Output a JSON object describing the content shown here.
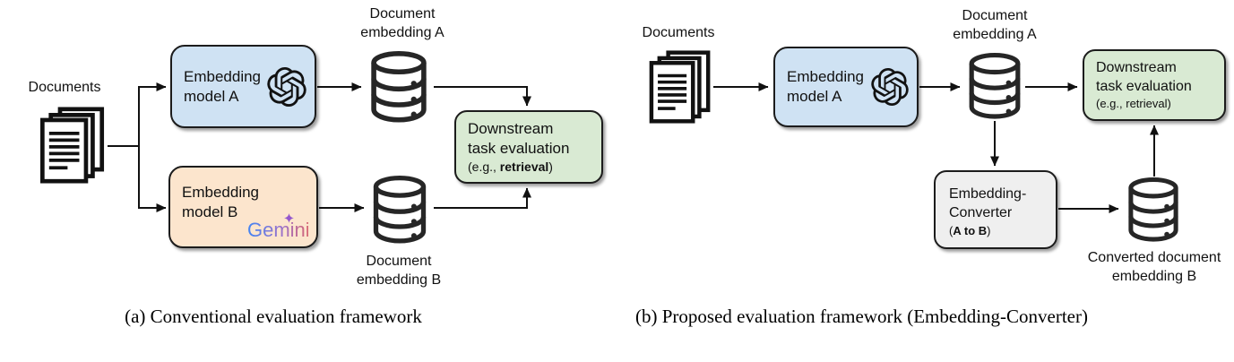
{
  "colors": {
    "model_a_fill": "#cfe2f3",
    "model_b_fill": "#fce5cd",
    "downstream_fill": "#d9ead3",
    "converter_fill": "#efefef",
    "stroke": "#1c1c1c",
    "gemini_gradient": [
      "#4285F4",
      "#9B72CB",
      "#D96570"
    ]
  },
  "icons": {
    "documents": "document-stack-icon",
    "embedding_store": "database-icon",
    "model_a_logo": "openai-logo",
    "model_b_logo": "gemini-logo"
  },
  "diagram_a": {
    "caption": "(a) Conventional evaluation framework",
    "documents_label": "Documents",
    "model_a_box": {
      "line1": "Embedding",
      "line2": "model A"
    },
    "model_b_box": {
      "line1": "Embedding",
      "line2": "model B",
      "logo_text": "Gemini"
    },
    "embedding_a_label": {
      "line1": "Document",
      "line2": "embedding A"
    },
    "embedding_b_label": {
      "line1": "Document",
      "line2": "embedding B"
    },
    "downstream_box": {
      "line1": "Downstream",
      "line2": "task evaluation",
      "eg_prefix": "(e.g., ",
      "eg_bold": "retrieval",
      "eg_suffix": ")"
    }
  },
  "diagram_b": {
    "caption": "(b) Proposed evaluation framework (Embedding-Converter)",
    "documents_label": "Documents",
    "model_a_box": {
      "line1": "Embedding",
      "line2": "model A"
    },
    "embedding_a_label": {
      "line1": "Document",
      "line2": "embedding A"
    },
    "downstream_box": {
      "line1": "Downstream",
      "line2": "task evaluation",
      "eg": "(e.g., retrieval)"
    },
    "converter_box": {
      "line1": "Embedding-",
      "line2": "Converter",
      "sub_prefix": "(",
      "sub_bold": "A to B",
      "sub_suffix": ")"
    },
    "converted_label": {
      "line1": "Converted document",
      "line2": "embedding B"
    }
  }
}
